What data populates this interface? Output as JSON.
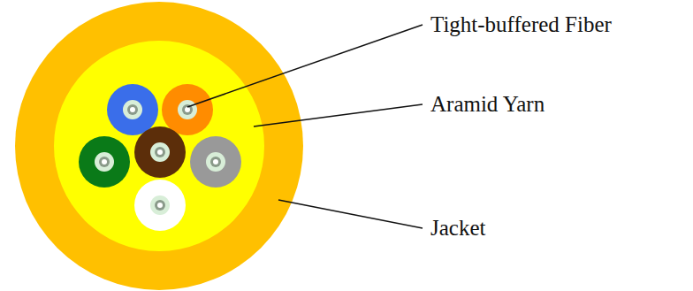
{
  "diagram": {
    "labels": [
      "Tight-buffered Fiber",
      "Aramid Yarn",
      "Jacket"
    ]
  }
}
